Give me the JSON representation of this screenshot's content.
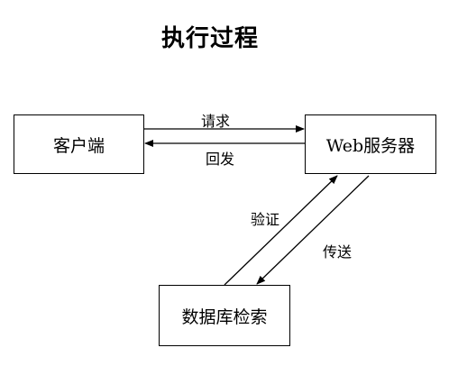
{
  "title": "执行过程",
  "nodes": {
    "client": "客户端",
    "web_server": "Web服务器",
    "database_search": "数据库检索"
  },
  "edges": {
    "request": "请求",
    "reply": "回发",
    "verify": "验证",
    "transfer": "传送"
  }
}
